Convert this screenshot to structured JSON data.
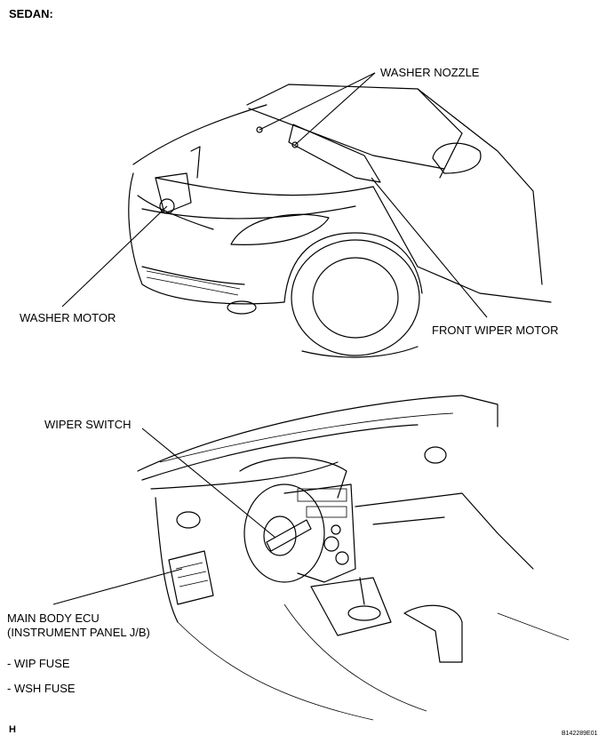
{
  "figure_label": "SEDAN:",
  "callouts": {
    "washer_nozzle": "WASHER NOZZLE",
    "washer_motor": "WASHER MOTOR",
    "front_wiper_motor": "FRONT WIPER MOTOR",
    "wiper_switch": "WIPER SWITCH",
    "main_body_ecu_line1": "MAIN BODY ECU",
    "main_body_ecu_line2": "(INSTRUMENT PANEL J/B)",
    "wip_fuse": "- WIP FUSE",
    "wsh_fuse": "- WSH FUSE"
  },
  "footer": {
    "corner_mark": "H",
    "figure_code": "B142289E01"
  }
}
